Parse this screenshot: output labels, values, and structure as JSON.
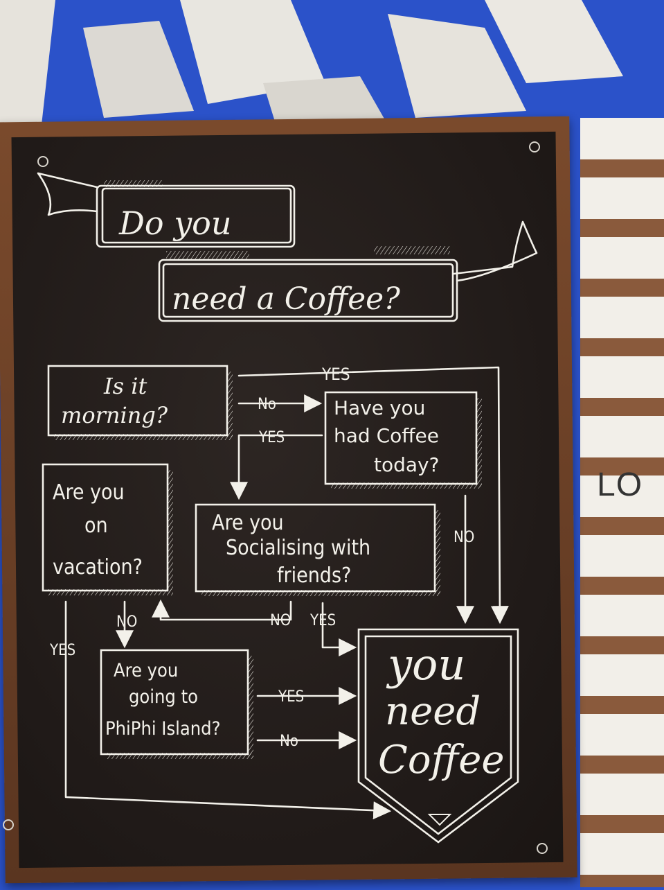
{
  "title": {
    "line1": "Do you",
    "line2": "need a Coffee?"
  },
  "questions": {
    "morning": {
      "line1": "Is it",
      "line2": "morning?"
    },
    "had_coffee": {
      "line1": "Have you",
      "line2": "had Coffee",
      "line3": "today?"
    },
    "vacation": {
      "line1": "Are you",
      "line2": "on",
      "line3": "vacation?"
    },
    "socialising": {
      "line1": "Are you",
      "line2": "Socialising with",
      "line3": "friends?"
    },
    "phiphi": {
      "line1": "Are you",
      "line2": "going to",
      "line3": "PhiPhi Island?"
    }
  },
  "answer": {
    "line1": "you",
    "line2": "need",
    "line3": "Coffee"
  },
  "edge_labels": {
    "yes": "YES",
    "no": "NO",
    "no_mixed": "No",
    "yes_mixed": "YES"
  },
  "side_sign": "LO"
}
